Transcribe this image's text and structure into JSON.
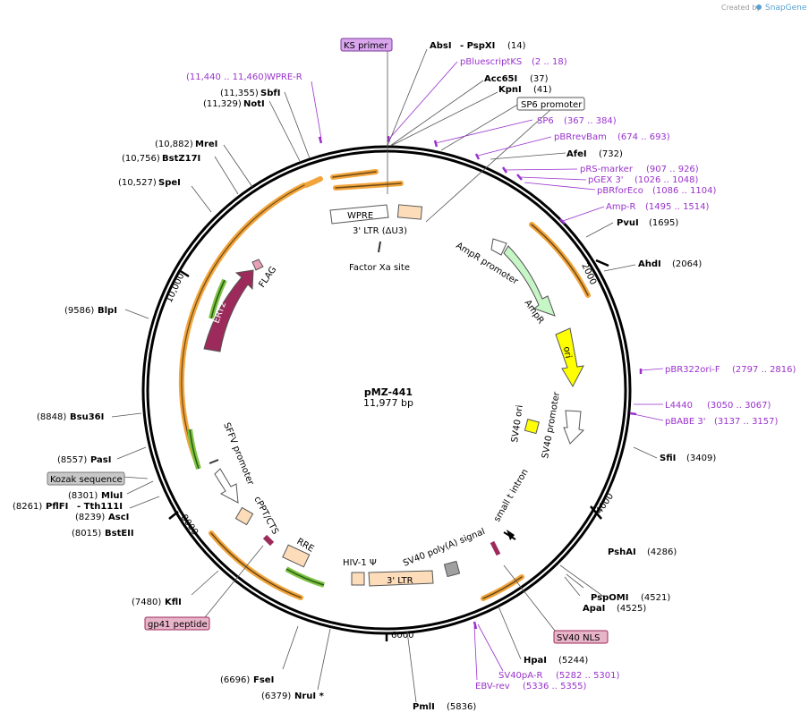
{
  "credit": {
    "created_by": "Created by",
    "brand": "SnapGene"
  },
  "plasmid": {
    "name": "pMZ-441",
    "size": "11,977 bp"
  },
  "ticks": [
    "2000",
    "4000",
    "6000",
    "8000",
    "10,000"
  ],
  "boxed_labels": {
    "ks_primer": "KS primer",
    "sp6_promoter": "SP6 promoter",
    "kozak": "Kozak sequence",
    "gp41": "gp41 peptide",
    "sv40_nls": "SV40 NLS"
  },
  "sites_right": [
    {
      "name": "AbsI",
      "extra": "- PspXI",
      "pos": "(14)"
    },
    {
      "name": "Acc65I",
      "pos": "(37)"
    },
    {
      "name": "KpnI",
      "pos": "(41)"
    },
    {
      "name": "AfeI",
      "pos": "(732)"
    },
    {
      "name": "PvuI",
      "pos": "(1695)"
    },
    {
      "name": "AhdI",
      "pos": "(2064)"
    },
    {
      "name": "SfiI",
      "pos": "(3409)"
    },
    {
      "name": "PshAI",
      "pos": "(4286)"
    },
    {
      "name": "PspOMI",
      "pos": "(4521)"
    },
    {
      "name": "ApaI",
      "pos": "(4525)"
    },
    {
      "name": "HpaI",
      "pos": "(5244)"
    },
    {
      "name": "PmlI",
      "pos": "(5836)"
    }
  ],
  "sites_left": [
    {
      "name": "SbfI",
      "pos": "(11,355)"
    },
    {
      "name": "NotI",
      "pos": "(11,329)"
    },
    {
      "name": "MreI",
      "pos": "(10,882)"
    },
    {
      "name": "BstZ17I",
      "pos": "(10,756)"
    },
    {
      "name": "SpeI",
      "pos": "(10,527)"
    },
    {
      "name": "BlpI",
      "pos": "(9586)"
    },
    {
      "name": "Bsu36I",
      "pos": "(8848)"
    },
    {
      "name": "PasI",
      "pos": "(8557)"
    },
    {
      "name": "MluI",
      "pos": "(8301)"
    },
    {
      "name": "PflFI",
      "extra": "- Tth111I",
      "pos": "(8261)"
    },
    {
      "name": "AscI",
      "pos": "(8239)"
    },
    {
      "name": "BstEII",
      "pos": "(8015)"
    },
    {
      "name": "KflI",
      "pos": "(7480)"
    },
    {
      "name": "FseI",
      "pos": "(6696)"
    },
    {
      "name": "NruI *",
      "pos": "(6379)"
    }
  ],
  "primers": [
    {
      "name": "WPRE-R",
      "range": "(11,440 .. 11,460)"
    },
    {
      "name": "pBluescriptKS",
      "range": "(2 .. 18)"
    },
    {
      "name": "SP6",
      "range": "(367 .. 384)"
    },
    {
      "name": "pBRrevBam",
      "range": "(674 .. 693)"
    },
    {
      "name": "pRS-marker",
      "range": "(907 .. 926)"
    },
    {
      "name": "pGEX 3'",
      "range": "(1026 .. 1048)"
    },
    {
      "name": "pBRforEco",
      "range": "(1086 .. 1104)"
    },
    {
      "name": "Amp-R",
      "range": "(1495 .. 1514)"
    },
    {
      "name": "pBR322ori-F",
      "range": "(2797 .. 2816)"
    },
    {
      "name": "L4440",
      "range": "(3050 .. 3067)"
    },
    {
      "name": "pBABE 3'",
      "range": "(3137 .. 3157)"
    },
    {
      "name": "SV40pA-R",
      "range": "(5282 .. 5301)"
    },
    {
      "name": "EBV-rev",
      "range": "(5336 .. 5355)"
    }
  ],
  "features": {
    "wpre": "WPRE",
    "ltr3_du3": "3' LTR (ΔU3)",
    "factor_xa": "Factor Xa site",
    "ampr_promoter": "AmpR promoter",
    "ampr": "AmpR",
    "ori": "ori",
    "sv40_ori": "SV40 ori",
    "sv40_promoter": "SV40 promoter",
    "small_t_intron": "small t intron",
    "sv40_polya": "SV40 poly(A) signal",
    "ltr3": "3' LTR",
    "hiv_psi": "HIV-1 Ψ",
    "rre": "RRE",
    "cppt": "cPPT/CTS",
    "sffv": "SFFV promoter",
    "ert2": "ERT2",
    "flag": "FLAG"
  },
  "colors": {
    "backbone": "#000000",
    "primer": "#9932CC",
    "orf_orange": "#F2A43A",
    "orf_green": "#7CC242",
    "ert2": "#9C2A5A",
    "ampr": "#C6F5C6",
    "ori": "#FFFF00",
    "ltr": "#FDDCB9",
    "polya": "#A0A0A0",
    "nls_box": "#E8B4C8",
    "kozak_box": "#C8C8C8",
    "ks_box": "#D9A6EE"
  }
}
